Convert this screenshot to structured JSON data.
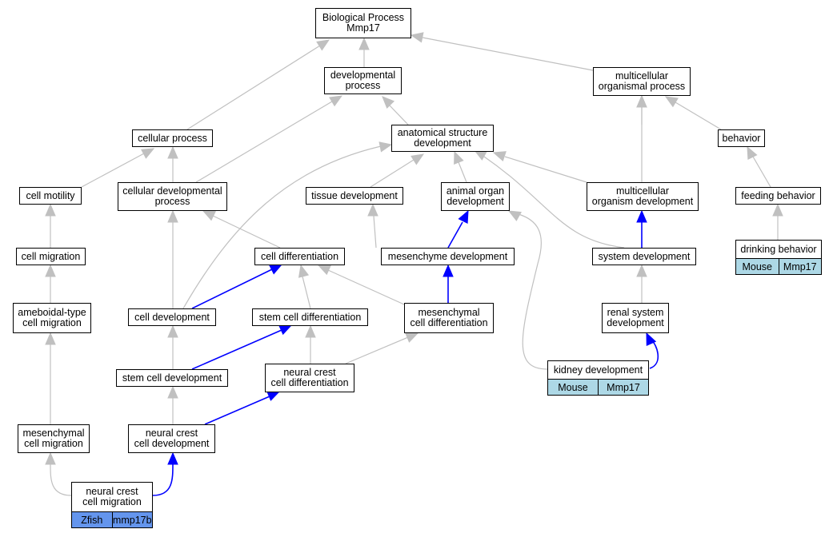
{
  "colors": {
    "default_edge": "#c0c0c0",
    "highlight_edge": "#0000ff",
    "mouse_annotation": "#add8e6",
    "zfish_annotation": "#6495ed"
  },
  "nodes": {
    "bp": {
      "lines": [
        "Biological Process",
        "Mmp17"
      ]
    },
    "dev": {
      "lines": [
        "developmental",
        "process"
      ]
    },
    "mcp": {
      "lines": [
        "multicellular",
        "organismal process"
      ]
    },
    "cp": {
      "lines": [
        "cellular process"
      ]
    },
    "asd": {
      "lines": [
        "anatomical structure",
        "development"
      ]
    },
    "beh": {
      "lines": [
        "behavior"
      ]
    },
    "mot": {
      "lines": [
        "cell motility"
      ]
    },
    "cdp": {
      "lines": [
        "cellular developmental",
        "process"
      ]
    },
    "tis": {
      "lines": [
        "tissue development"
      ]
    },
    "aod": {
      "lines": [
        "animal organ",
        "development"
      ]
    },
    "mod": {
      "lines": [
        "multicellular",
        "organism development"
      ]
    },
    "feed": {
      "lines": [
        "feeding behavior"
      ]
    },
    "mig": {
      "lines": [
        "cell migration"
      ]
    },
    "cdiff": {
      "lines": [
        "cell differentiation"
      ]
    },
    "mesd": {
      "lines": [
        "mesenchyme development"
      ]
    },
    "sysd": {
      "lines": [
        "system development"
      ]
    },
    "drink": {
      "lines": [
        "drinking behavior"
      ],
      "anno": [
        "Mouse",
        "Mmp17"
      ]
    },
    "amo": {
      "lines": [
        "ameboidal-type",
        "cell migration"
      ]
    },
    "celld": {
      "lines": [
        "cell development"
      ]
    },
    "scdiff": {
      "lines": [
        "stem cell differentiation"
      ]
    },
    "mcd": {
      "lines": [
        "mesenchymal",
        "cell differentiation"
      ]
    },
    "renal": {
      "lines": [
        "renal system",
        "development"
      ]
    },
    "scdev": {
      "lines": [
        "stem cell development"
      ]
    },
    "ncdiff": {
      "lines": [
        "neural crest",
        "cell differentiation"
      ]
    },
    "kid": {
      "lines": [
        "kidney development"
      ],
      "anno": [
        "Mouse",
        "Mmp17"
      ]
    },
    "mesmig": {
      "lines": [
        "mesenchymal",
        "cell migration"
      ]
    },
    "ncdev": {
      "lines": [
        "neural crest",
        "cell development"
      ]
    },
    "ncmig": {
      "lines": [
        "neural crest",
        "cell migration"
      ],
      "anno": [
        "Zfish",
        "mmp17b"
      ]
    }
  }
}
